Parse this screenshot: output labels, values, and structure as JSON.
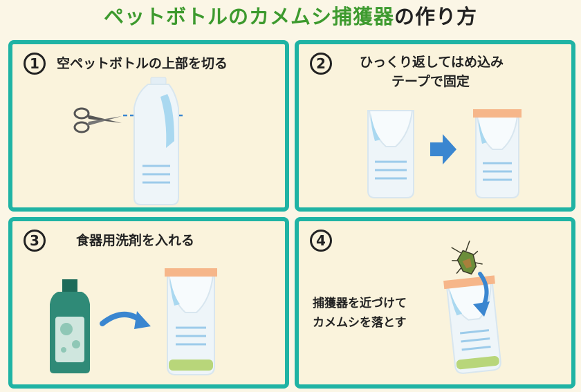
{
  "title": {
    "highlight": "ペットボトルのカメムシ捕獲器",
    "rest": "の作り方"
  },
  "steps": [
    {
      "number": "1",
      "line1": "空ペットボトルの上部を切る"
    },
    {
      "number": "2",
      "line1": "ひっくり返してはめ込み",
      "line2": "テープで固定"
    },
    {
      "number": "3",
      "line1": "食器用洗剤を入れる"
    },
    {
      "number": "4",
      "line1": "捕獲器を近づけて",
      "line2": "カメムシを落とす"
    }
  ],
  "icons": {
    "scissors": "scissors-icon",
    "bottle": "plastic-bottle-icon",
    "arrow": "right-arrow-icon",
    "detergent": "detergent-bottle-icon",
    "stinkbug": "stink-bug-icon"
  },
  "colors": {
    "panel_border": "#1fb3a4",
    "title_green": "#3d9a2e",
    "tape": "#f6b68a",
    "arrow_blue": "#3a86d0",
    "detergent_liquid": "#b8d67a",
    "detergent_bottle": "#2f8a77"
  }
}
